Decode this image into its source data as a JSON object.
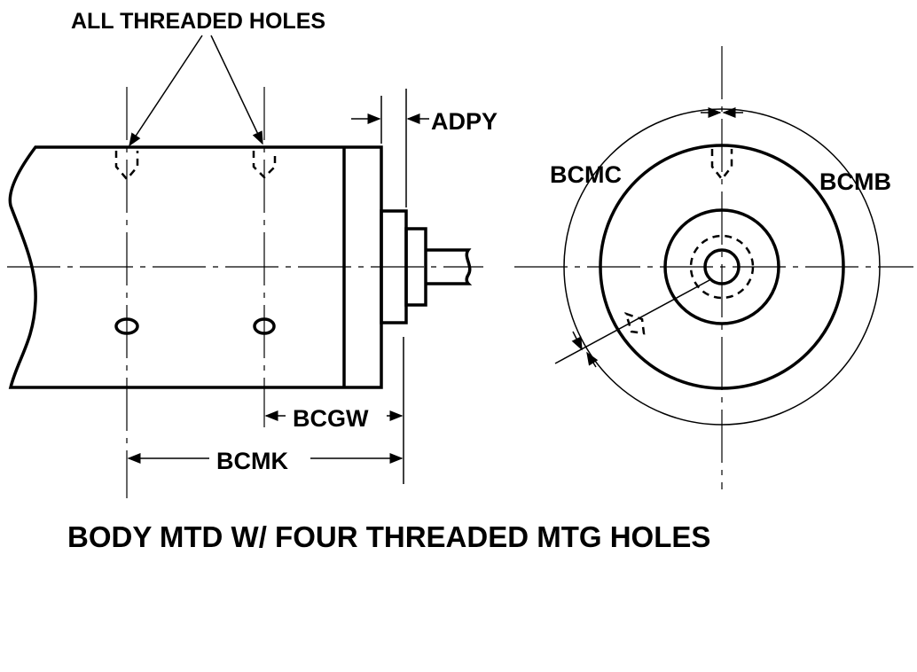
{
  "callouts": {
    "all_threaded_holes": "ALL THREADED HOLES",
    "adpy": "ADPY",
    "bcgw": "BCGW",
    "bcmk": "BCMK",
    "bcmc": "BCMC",
    "bcmb": "BCMB"
  },
  "caption": "BODY MTD W/ FOUR THREADED MTG HOLES"
}
